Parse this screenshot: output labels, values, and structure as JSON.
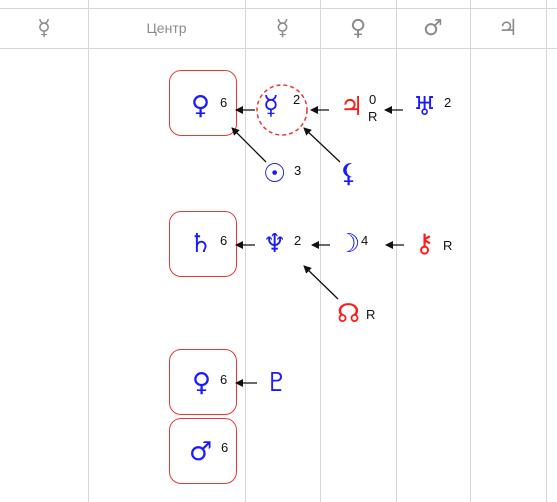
{
  "header": {
    "col1_icon": "☿",
    "center_label": "Центр",
    "col3_icon": "☿",
    "col4_icon": "♀",
    "col5_icon": "♂",
    "col6_icon": "♃"
  },
  "groups": {
    "g1": {
      "center": {
        "glyph": "♀",
        "sup": "6",
        "icon": "venus-icon"
      },
      "mercury": {
        "glyph": "☿",
        "sup": "2",
        "icon": "mercury-icon"
      },
      "jupiter": {
        "glyph": "♃",
        "sup": "0",
        "sub": "R",
        "icon": "jupiter-icon"
      },
      "uranus": {
        "glyph": "♅",
        "sup": "2",
        "icon": "uranus-icon"
      },
      "sun": {
        "glyph": "☉",
        "sup": "3",
        "icon": "sun-icon"
      },
      "lilith": {
        "glyph": "⚸",
        "icon": "black-moon-lilith-icon"
      }
    },
    "g2": {
      "center": {
        "glyph": "♄",
        "sup": "6",
        "icon": "saturn-icon"
      },
      "neptune": {
        "glyph": "♆",
        "sup": "2",
        "icon": "neptune-icon"
      },
      "moon": {
        "glyph": "☽",
        "sup": "4",
        "icon": "moon-icon"
      },
      "chiron": {
        "glyph": "⚷",
        "sup": "R",
        "icon": "chiron-icon"
      },
      "node": {
        "glyph": "☊",
        "sup": "R",
        "icon": "north-node-icon"
      }
    },
    "g3": {
      "center": {
        "glyph": "♀",
        "sup": "6",
        "icon": "venus-icon"
      },
      "pluto": {
        "glyph": "♇",
        "icon": "pluto-icon"
      }
    },
    "g4": {
      "center": {
        "glyph": "♂",
        "sup": "6",
        "icon": "mars-icon"
      }
    }
  },
  "colors": {
    "planet": "#1a1aff",
    "retro_planet": "#ff1a1a",
    "box_border": "#e53935",
    "grid": "#d6d6d6"
  }
}
